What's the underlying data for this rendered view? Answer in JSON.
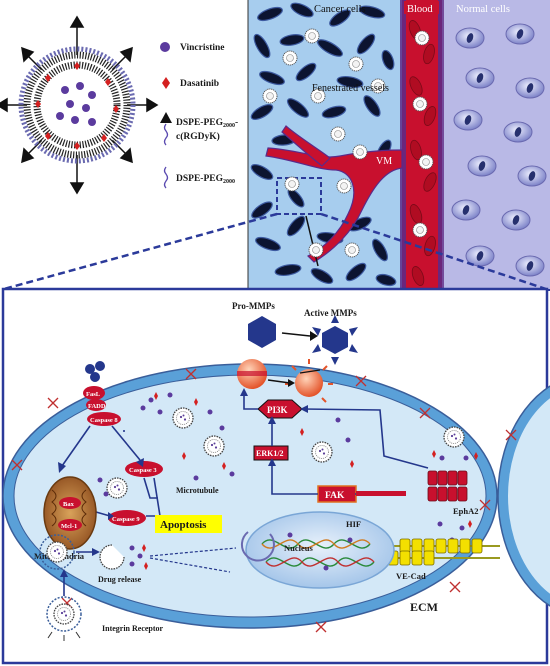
{
  "legend": {
    "vincristine": "Vincristine",
    "dasatinib": "Dasatinib",
    "dspe_rgd_line1": "DSPE-PEG",
    "dspe_rgd_sub": "2000",
    "dspe_rgd_line1_tail": "-",
    "dspe_rgd_line2": "c(RGDyK)",
    "dspe_peg": "DSPE-PEG",
    "dspe_peg_sub": "2000"
  },
  "tissue": {
    "cancer_cells": "Cancer cells",
    "blood": "Blood",
    "normal_cells": "Normal cells",
    "fenestrated_vessels": "Fenestrated vessels",
    "vm": "VM"
  },
  "cell": {
    "pro_mmps": "Pro-MMPs",
    "active_mmps": "Active MMPs",
    "pi3k": "PI3K",
    "erk": "ERK1/2",
    "fak": "FAK",
    "epha2": "EphA2",
    "ve_cad": "VE-Cad",
    "ecm": "ECM",
    "fasl": "FasL",
    "fadd": "FADD",
    "caspase8": "Caspase 8",
    "caspase3": "Caspase 3",
    "caspase9": "Caspase 9",
    "bax": "Bax",
    "mcl1": "Mcl-1",
    "mitochondria": "Mitochondria",
    "apoptosis": "Apoptosis",
    "microtubule": "Microtubule",
    "hif": "HIF",
    "nucleus": "Nucleus",
    "drug_release": "Drug release",
    "integrin_receptor": "Integrin Receptor"
  },
  "colors": {
    "frame": "#2b3a9a",
    "tissue_bg": "#a7cdee",
    "blood": "#c8102e",
    "normal_bg": "#b9b9e6",
    "cytoplasm": "#d3e8f7",
    "apoptosis_box": "#ffff00"
  }
}
